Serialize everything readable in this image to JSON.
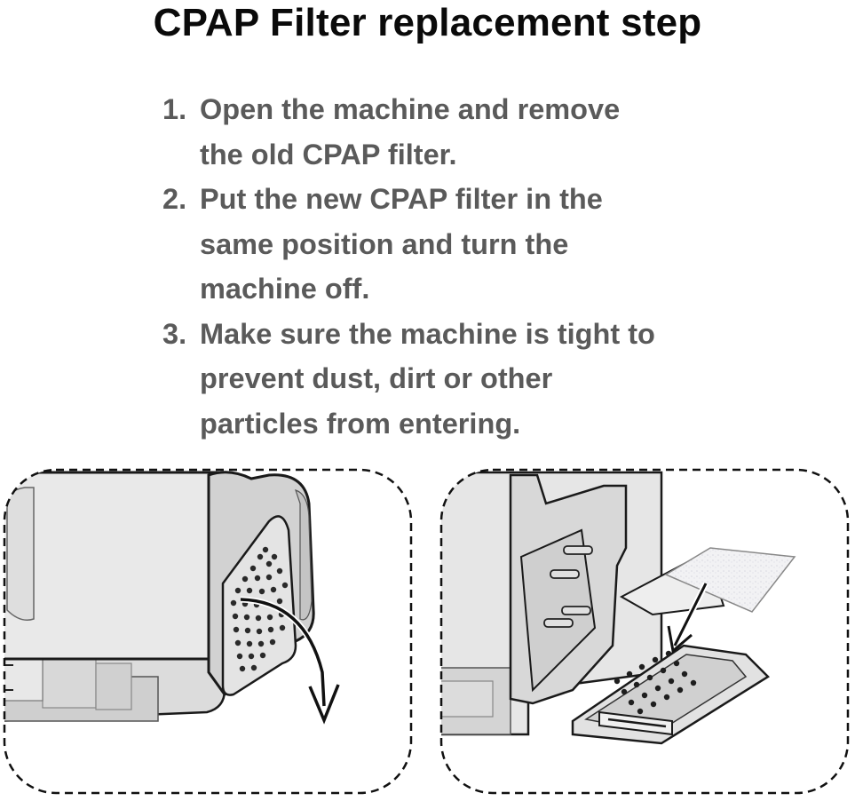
{
  "title": "CPAP Filter replacement step",
  "steps": [
    {
      "number": "1.",
      "lines": [
        "Open the machine and remove",
        "the old CPAP filter."
      ]
    },
    {
      "number": "2.",
      "lines": [
        "Put the new CPAP filter in the",
        "same position and turn the",
        "machine off."
      ]
    },
    {
      "number": "3.",
      "lines": [
        "Make sure the machine is tight to",
        "prevent dust, dirt or other",
        "particles from entering."
      ]
    }
  ],
  "illustrations": [
    {
      "name": "open-machine-remove-filter-illustration"
    },
    {
      "name": "insert-new-filter-illustration"
    }
  ],
  "colors": {
    "title": "#0a0a0a",
    "step_text": "#5a5a5a",
    "machine_body": "#e6e6e6",
    "machine_outline": "#1a1a1a",
    "filter_pad": "#f2f2f4"
  }
}
